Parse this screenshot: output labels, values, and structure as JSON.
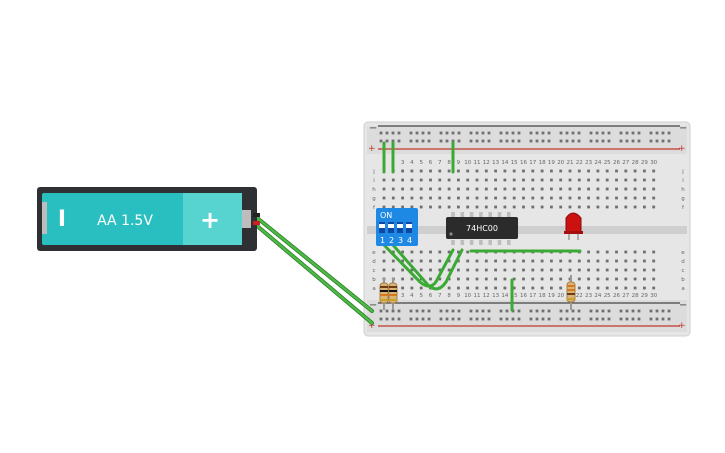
{
  "battery": {
    "label": "AA 1.5V",
    "minus_symbol": "I",
    "plus_symbol": "+",
    "body_color": "#2f3033",
    "cell_color": "#29bfc1",
    "plus_color": "#57d3d0"
  },
  "breadboard": {
    "column_numbers_top": [
      "1",
      "2",
      "3",
      "4",
      "5",
      "6",
      "7",
      "8",
      "9",
      "10",
      "11",
      "12",
      "13",
      "14",
      "15",
      "16",
      "17",
      "18",
      "19",
      "20",
      "21",
      "22",
      "23",
      "24",
      "25",
      "26",
      "27",
      "28",
      "29",
      "30"
    ],
    "row_letters_top": [
      "j",
      "i",
      "h",
      "g",
      "f"
    ],
    "row_letters_bottom": [
      "e",
      "d",
      "c",
      "b",
      "a"
    ],
    "rail_plus": "+",
    "rail_minus": "−",
    "rail_red": "#c0392b",
    "rail_dark": "#444444",
    "wire_green": "#3aaa35"
  },
  "dip_switch": {
    "on_label": "ON",
    "numbers": [
      "1",
      "2",
      "3",
      "4"
    ],
    "color": "#1e88e5"
  },
  "ic_chip": {
    "label": "74HC00",
    "color": "#2b2b2b"
  },
  "led": {
    "color": "#cc1111"
  }
}
